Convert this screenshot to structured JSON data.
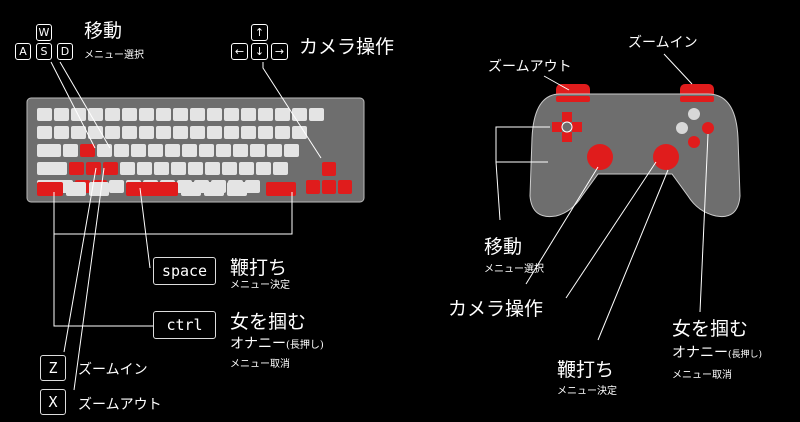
{
  "colors": {
    "accent": "#e01c1c",
    "body_gray": "#6e6e6e",
    "key_gray": "#e4e4e4",
    "line": "#ffffff"
  },
  "keyboard_section": {
    "wasd": {
      "w": "W",
      "a": "A",
      "s": "S",
      "d": "D"
    },
    "move_title": "移動",
    "move_sub": "メニュー選択",
    "arrows": {
      "up": "↑",
      "left": "←",
      "down": "↓",
      "right": "→"
    },
    "camera_title": "カメラ操作",
    "space": {
      "key": "space",
      "title": "鞭打ち",
      "sub": "メニュー決定"
    },
    "ctrl": {
      "key": "ctrl",
      "title": "女を掴む",
      "line2": "オナニー",
      "line2_note": "(長押し)",
      "sub": "メニュー取消"
    },
    "z": {
      "key": "Z",
      "label": "ズームイン"
    },
    "x": {
      "key": "X",
      "label": "ズームアウト"
    }
  },
  "controller_section": {
    "zoom_in": "ズームイン",
    "zoom_out": "ズームアウト",
    "move_title": "移動",
    "move_sub": "メニュー選択",
    "camera_title": "カメラ操作",
    "whip_title": "鞭打ち",
    "whip_sub": "メニュー決定",
    "grab_title": "女を掴む",
    "grab_line2": "オナニー",
    "grab_note": "(長押し)",
    "grab_sub": "メニュー取消"
  }
}
